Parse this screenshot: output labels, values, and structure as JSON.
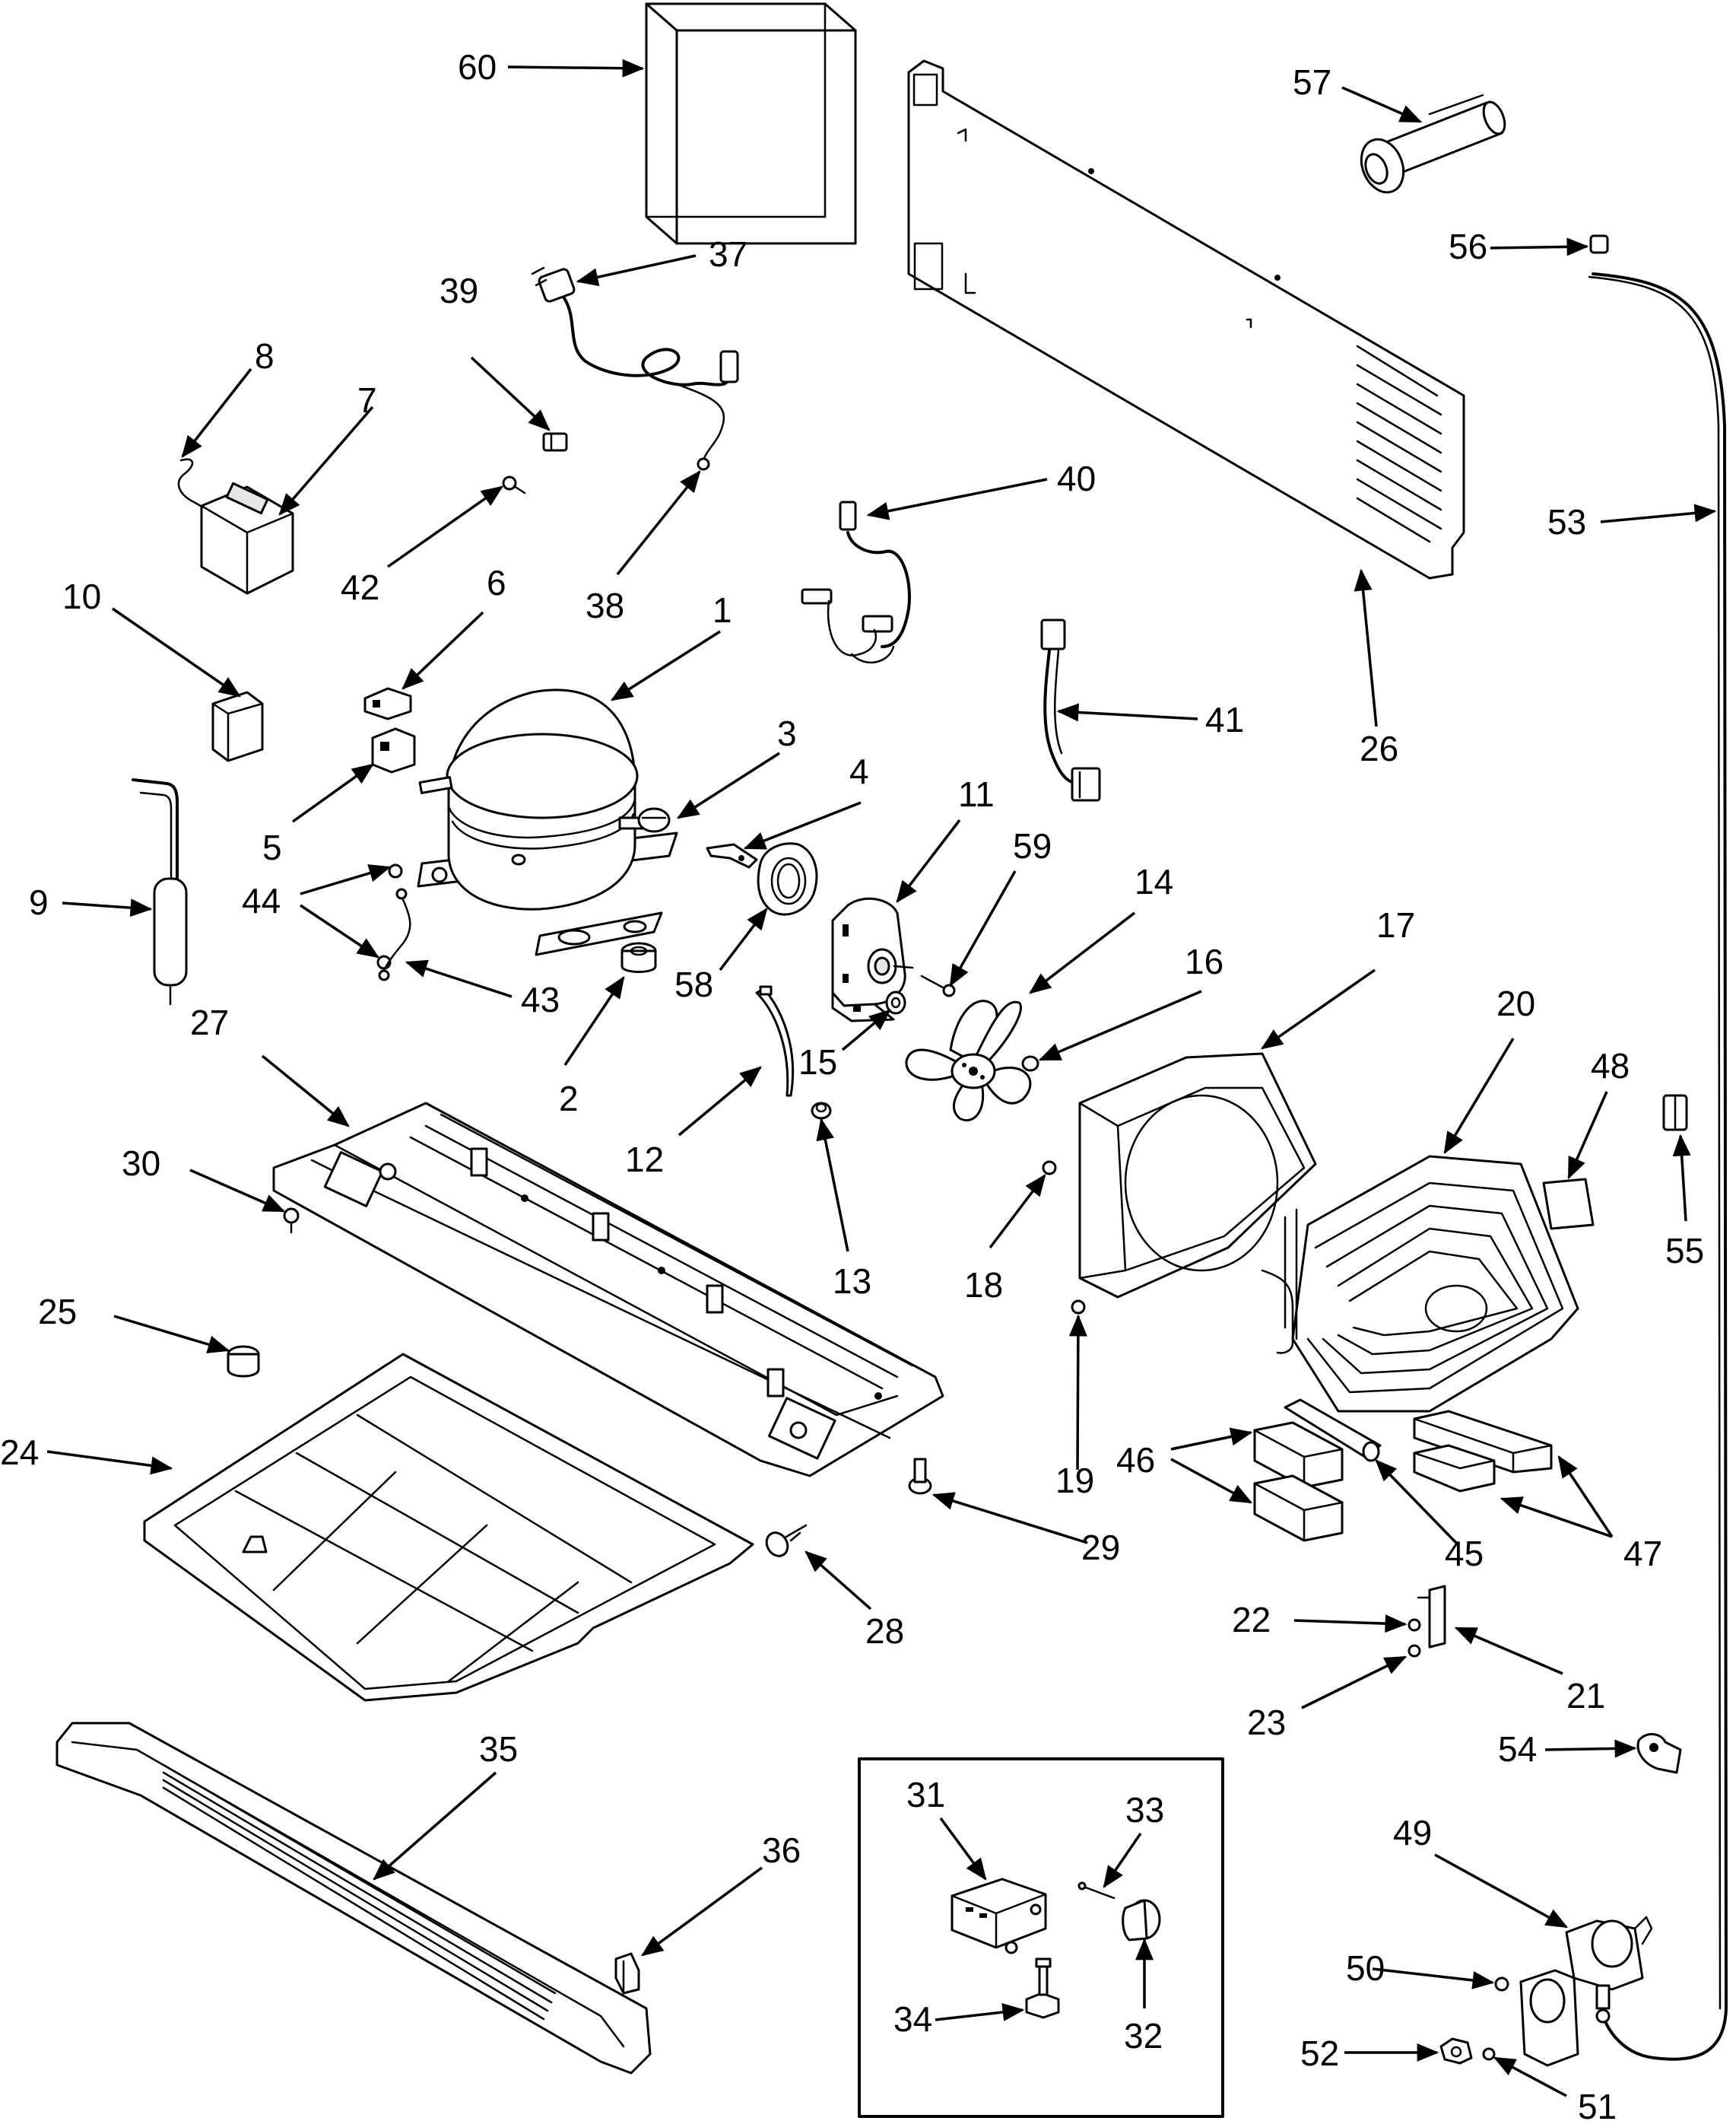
{
  "callouts": [
    {
      "id": "c60",
      "label": "60"
    },
    {
      "id": "c57",
      "label": "57"
    },
    {
      "id": "c37",
      "label": "37"
    },
    {
      "id": "c56",
      "label": "56"
    },
    {
      "id": "c39",
      "label": "39"
    },
    {
      "id": "c8",
      "label": "8"
    },
    {
      "id": "c7",
      "label": "7"
    },
    {
      "id": "c40",
      "label": "40"
    },
    {
      "id": "c53",
      "label": "53"
    },
    {
      "id": "c42",
      "label": "42"
    },
    {
      "id": "c38",
      "label": "38"
    },
    {
      "id": "c10",
      "label": "10"
    },
    {
      "id": "c6",
      "label": "6"
    },
    {
      "id": "c1",
      "label": "1"
    },
    {
      "id": "c26",
      "label": "26"
    },
    {
      "id": "c41",
      "label": "41"
    },
    {
      "id": "c3",
      "label": "3"
    },
    {
      "id": "c4",
      "label": "4"
    },
    {
      "id": "c11",
      "label": "11"
    },
    {
      "id": "c5",
      "label": "5"
    },
    {
      "id": "c59",
      "label": "59"
    },
    {
      "id": "c14",
      "label": "14"
    },
    {
      "id": "c9",
      "label": "9"
    },
    {
      "id": "c44",
      "label": "44"
    },
    {
      "id": "c17",
      "label": "17"
    },
    {
      "id": "c16",
      "label": "16"
    },
    {
      "id": "c43",
      "label": "43"
    },
    {
      "id": "c58",
      "label": "58"
    },
    {
      "id": "c20",
      "label": "20"
    },
    {
      "id": "c27",
      "label": "27"
    },
    {
      "id": "c15",
      "label": "15"
    },
    {
      "id": "c48",
      "label": "48"
    },
    {
      "id": "c2",
      "label": "2"
    },
    {
      "id": "c12",
      "label": "12"
    },
    {
      "id": "c30",
      "label": "30"
    },
    {
      "id": "c55",
      "label": "55"
    },
    {
      "id": "c13",
      "label": "13"
    },
    {
      "id": "c18",
      "label": "18"
    },
    {
      "id": "c25",
      "label": "25"
    },
    {
      "id": "c24",
      "label": "24"
    },
    {
      "id": "c46",
      "label": "46"
    },
    {
      "id": "c19",
      "label": "19"
    },
    {
      "id": "c29",
      "label": "29"
    },
    {
      "id": "c45",
      "label": "45"
    },
    {
      "id": "c47",
      "label": "47"
    },
    {
      "id": "c28",
      "label": "28"
    },
    {
      "id": "c22",
      "label": "22"
    },
    {
      "id": "c21",
      "label": "21"
    },
    {
      "id": "c23",
      "label": "23"
    },
    {
      "id": "c35",
      "label": "35"
    },
    {
      "id": "c54",
      "label": "54"
    },
    {
      "id": "c31",
      "label": "31"
    },
    {
      "id": "c33",
      "label": "33"
    },
    {
      "id": "c49",
      "label": "49"
    },
    {
      "id": "c36",
      "label": "36"
    },
    {
      "id": "c50",
      "label": "50"
    },
    {
      "id": "c34",
      "label": "34"
    },
    {
      "id": "c32",
      "label": "32"
    },
    {
      "id": "c52",
      "label": "52"
    },
    {
      "id": "c51",
      "label": "51"
    }
  ]
}
